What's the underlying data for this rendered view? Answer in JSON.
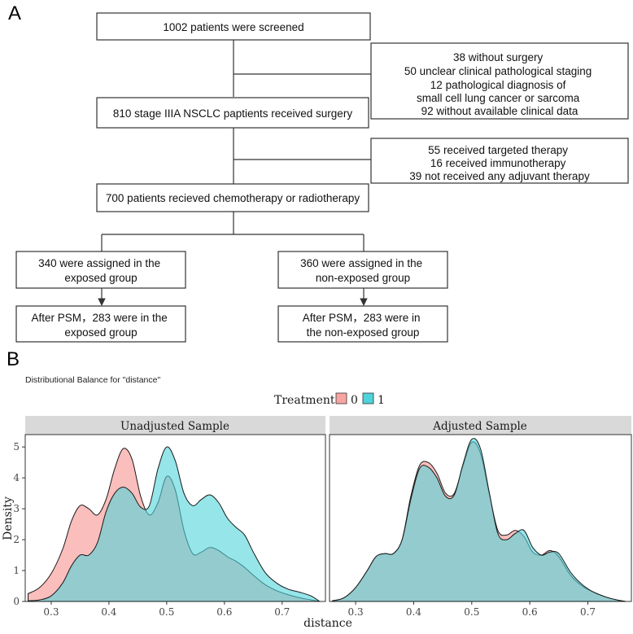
{
  "panel_a": {
    "label": "A",
    "boxes": {
      "screened": [
        "1002 patients were screened"
      ],
      "excluded1": [
        "38 without surgery",
        "50 unclear clinical pathological staging",
        "12 pathological diagnosis of",
        "small cell lung cancer or sarcoma",
        "92 without available clinical data"
      ],
      "surgery": [
        "810 stage IIIA NSCLC paptients received surgery"
      ],
      "excluded2": [
        "55 received targeted therapy",
        "16 received immunotherapy",
        "39 not received any adjuvant therapy"
      ],
      "chemo": [
        "700 patients recieved chemotherapy or radiotherapy"
      ],
      "exposed": [
        "340 were assigned in the",
        "exposed group"
      ],
      "nonexposed": [
        "360 were assigned in the",
        "non-exposed group"
      ],
      "psm_exposed": [
        "After PSM，283 were in the",
        "exposed group"
      ],
      "psm_nonexposed": [
        "After PSM，283 were  in",
        "the non-exposed group"
      ]
    }
  },
  "panel_b": {
    "label": "B",
    "title": "Distributional Balance for \"distance\"",
    "legend_title": "Treatment",
    "legend_labels": [
      "0",
      "1"
    ],
    "xlabel": "distance",
    "ylabel": "Density",
    "facet_titles": [
      "Unadjusted Sample",
      "Adjusted Sample"
    ]
  },
  "chart_data": {
    "type": "area",
    "title": "Distributional Balance for \"distance\"",
    "xlabel": "distance",
    "ylabel": "Density",
    "xlim": [
      0.255,
      0.775
    ],
    "ylim": [
      0,
      5.4
    ],
    "x_ticks": [
      0.3,
      0.4,
      0.5,
      0.6,
      0.7
    ],
    "y_ticks": [
      0,
      1,
      2,
      3,
      4,
      5
    ],
    "grid": false,
    "legend_position": "top",
    "colors": {
      "0": "#f8a5a2",
      "1": "#4fd3da",
      "0_fill_opacity": 0.72,
      "1_fill_opacity": 0.6
    },
    "facets": [
      {
        "title": "Unadjusted Sample",
        "series": [
          {
            "name": "0",
            "x": [
              0.26,
              0.28,
              0.3,
              0.32,
              0.335,
              0.35,
              0.365,
              0.38,
              0.395,
              0.41,
              0.425,
              0.44,
              0.455,
              0.47,
              0.485,
              0.5,
              0.515,
              0.53,
              0.545,
              0.56,
              0.575,
              0.59,
              0.605,
              0.62,
              0.635,
              0.65,
              0.67,
              0.69,
              0.71,
              0.73,
              0.75,
              0.765
            ],
            "y": [
              0.25,
              0.45,
              0.9,
              1.7,
              2.6,
              3.1,
              3.0,
              2.8,
              3.3,
              4.3,
              4.95,
              4.6,
              3.4,
              2.8,
              3.2,
              4.05,
              3.6,
              2.3,
              1.55,
              1.6,
              1.75,
              1.65,
              1.45,
              1.3,
              1.1,
              0.85,
              0.55,
              0.35,
              0.22,
              0.12,
              0.05,
              0.0
            ]
          },
          {
            "name": "1",
            "x": [
              0.26,
              0.28,
              0.3,
              0.32,
              0.335,
              0.35,
              0.365,
              0.38,
              0.395,
              0.41,
              0.425,
              0.44,
              0.455,
              0.47,
              0.485,
              0.5,
              0.515,
              0.53,
              0.545,
              0.56,
              0.575,
              0.59,
              0.605,
              0.62,
              0.635,
              0.65,
              0.67,
              0.69,
              0.71,
              0.73,
              0.75,
              0.765
            ],
            "y": [
              0.02,
              0.05,
              0.18,
              0.6,
              1.15,
              1.5,
              1.5,
              1.9,
              2.9,
              3.5,
              3.7,
              3.5,
              3.05,
              3.1,
              4.3,
              5.0,
              4.55,
              3.5,
              3.1,
              3.3,
              3.45,
              3.2,
              2.7,
              2.4,
              2.15,
              1.6,
              0.95,
              0.6,
              0.4,
              0.3,
              0.18,
              0.0
            ]
          }
        ]
      },
      {
        "title": "Adjusted Sample",
        "series": [
          {
            "name": "0",
            "x": [
              0.26,
              0.28,
              0.3,
              0.32,
              0.335,
              0.35,
              0.365,
              0.38,
              0.395,
              0.41,
              0.425,
              0.44,
              0.455,
              0.47,
              0.485,
              0.5,
              0.515,
              0.53,
              0.545,
              0.56,
              0.575,
              0.59,
              0.605,
              0.62,
              0.635,
              0.65,
              0.67,
              0.69,
              0.71,
              0.73,
              0.75,
              0.765
            ],
            "y": [
              0.02,
              0.12,
              0.45,
              1.0,
              1.45,
              1.55,
              1.55,
              2.0,
              3.4,
              4.4,
              4.5,
              4.15,
              3.5,
              3.5,
              4.4,
              5.15,
              4.8,
              3.5,
              2.3,
              2.15,
              2.3,
              2.1,
              1.6,
              1.5,
              1.65,
              1.45,
              0.85,
              0.5,
              0.3,
              0.15,
              0.05,
              0.0
            ]
          },
          {
            "name": "1",
            "x": [
              0.26,
              0.28,
              0.3,
              0.32,
              0.335,
              0.35,
              0.365,
              0.38,
              0.395,
              0.41,
              0.425,
              0.44,
              0.455,
              0.47,
              0.485,
              0.5,
              0.515,
              0.53,
              0.545,
              0.56,
              0.575,
              0.59,
              0.605,
              0.62,
              0.635,
              0.65,
              0.67,
              0.69,
              0.71,
              0.73,
              0.75,
              0.765
            ],
            "y": [
              0.02,
              0.12,
              0.45,
              1.0,
              1.45,
              1.55,
              1.55,
              2.0,
              3.3,
              4.3,
              4.35,
              4.0,
              3.4,
              3.45,
              4.45,
              5.25,
              4.95,
              3.55,
              2.2,
              2.0,
              2.2,
              2.3,
              1.75,
              1.5,
              1.6,
              1.55,
              0.95,
              0.55,
              0.3,
              0.15,
              0.05,
              0.0
            ]
          }
        ]
      }
    ]
  }
}
